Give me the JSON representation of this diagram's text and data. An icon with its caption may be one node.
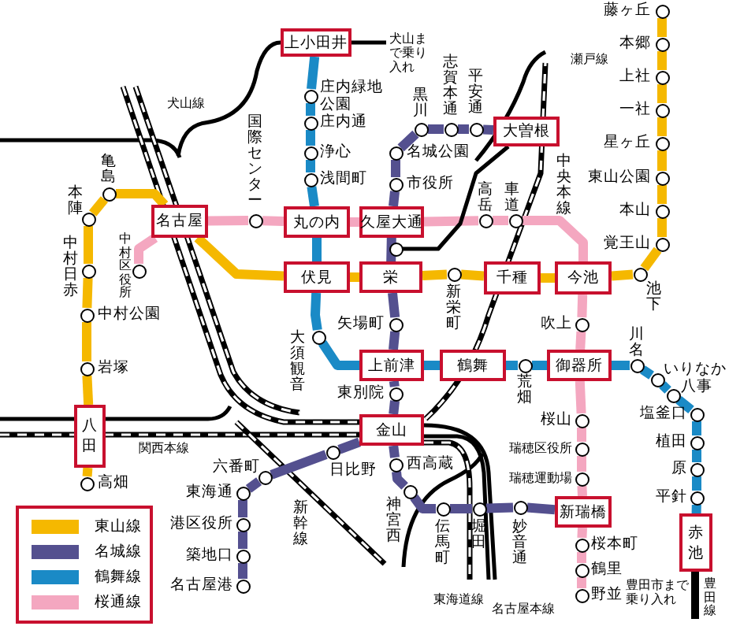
{
  "diagram": {
    "nodes": [
      {
        "text": [
          "上小田井"
        ]
      },
      {
        "text": [
          "大曽根"
        ]
      },
      {
        "text": [
          "名古屋"
        ]
      },
      {
        "text": [
          "丸の内"
        ]
      },
      {
        "text": [
          "久屋大通"
        ]
      },
      {
        "text": [
          "伏見"
        ]
      },
      {
        "text": [
          "栄"
        ]
      },
      {
        "text": [
          "千種"
        ]
      },
      {
        "text": [
          "今池"
        ]
      },
      {
        "text": [
          "上前津"
        ]
      },
      {
        "text": [
          "鶴舞"
        ]
      },
      {
        "text": [
          "御器所"
        ]
      },
      {
        "text": [
          "八田"
        ]
      },
      {
        "text": [
          "金山"
        ]
      },
      {
        "text": [
          "新瑞橋"
        ]
      },
      {
        "text": [
          "赤池"
        ]
      },
      {
        "text": [],
        "shape": "circle",
        "beside": [
          "高畑"
        ]
      },
      {
        "text": [],
        "shape": "circle",
        "beside": [
          "岩塚"
        ]
      },
      {
        "text": [],
        "shape": "circle",
        "beside": [
          "中村公園"
        ]
      },
      {
        "text": [],
        "shape": "circle",
        "beside": [
          "中村日赤"
        ]
      },
      {
        "text": [],
        "shape": "circle",
        "beside": [
          "本陣"
        ]
      },
      {
        "text": [],
        "shape": "circle",
        "beside": [
          "亀島"
        ]
      },
      {
        "text": [],
        "shape": "circle",
        "beside": [
          "新栄町"
        ]
      },
      {
        "text": [],
        "shape": "circle",
        "beside": [
          "池下"
        ]
      },
      {
        "text": [],
        "shape": "circle",
        "beside": [
          "覚王山"
        ]
      },
      {
        "text": [],
        "shape": "circle",
        "beside": [
          "本山"
        ]
      },
      {
        "text": [],
        "shape": "circle",
        "beside": [
          "東山公園"
        ]
      },
      {
        "text": [],
        "shape": "circle",
        "beside": [
          "星ヶ丘"
        ]
      },
      {
        "text": [],
        "shape": "circle",
        "beside": [
          "一社"
        ]
      },
      {
        "text": [],
        "shape": "circle",
        "beside": [
          "上社"
        ]
      },
      {
        "text": [],
        "shape": "circle",
        "beside": [
          "本郷"
        ]
      },
      {
        "text": [],
        "shape": "circle",
        "beside": [
          "藤ヶ丘"
        ]
      },
      {
        "text": [],
        "shape": "circle",
        "beside": [
          "平安通"
        ]
      },
      {
        "text": [],
        "shape": "circle",
        "beside": [
          "志賀本通"
        ]
      },
      {
        "text": [],
        "shape": "circle",
        "beside": [
          "黒川"
        ]
      },
      {
        "text": [],
        "shape": "circle",
        "beside": [
          "名城公園"
        ]
      },
      {
        "text": [],
        "shape": "circle",
        "beside": [
          "市役所"
        ]
      },
      {
        "text": [],
        "shape": "circle",
        "beside": [
          "矢場町"
        ]
      },
      {
        "text": [],
        "shape": "circle",
        "beside": [
          "東別院"
        ]
      },
      {
        "text": [],
        "shape": "circle",
        "beside": [
          "西高蔵"
        ]
      },
      {
        "text": [],
        "shape": "circle",
        "beside": [
          "神宮西"
        ]
      },
      {
        "text": [],
        "shape": "circle",
        "beside": [
          "伝馬町"
        ]
      },
      {
        "text": [],
        "shape": "circle",
        "beside": [
          "堀田"
        ]
      },
      {
        "text": [],
        "shape": "circle",
        "beside": [
          "妙音通"
        ]
      },
      {
        "text": [],
        "shape": "circle",
        "beside": [
          "日比野"
        ]
      },
      {
        "text": [],
        "shape": "circle",
        "beside": [
          "六番町"
        ]
      },
      {
        "text": [],
        "shape": "circle",
        "beside": [
          "東海通"
        ]
      },
      {
        "text": [],
        "shape": "circle",
        "beside": [
          "港区役所"
        ]
      },
      {
        "text": [],
        "shape": "circle",
        "beside": [
          "築地口"
        ]
      },
      {
        "text": [],
        "shape": "circle",
        "beside": [
          "名古屋港"
        ]
      },
      {
        "text": [],
        "shape": "circle",
        "beside": [
          "庄内緑地公園"
        ]
      },
      {
        "text": [],
        "shape": "circle",
        "beside": [
          "庄内通"
        ]
      },
      {
        "text": [],
        "shape": "circle",
        "beside": [
          "浄心"
        ]
      },
      {
        "text": [],
        "shape": "circle",
        "beside": [
          "浅間町"
        ]
      },
      {
        "text": [],
        "shape": "circle",
        "beside": [
          "大須観音"
        ]
      },
      {
        "text": [],
        "shape": "circle",
        "beside": [
          "荒畑"
        ]
      },
      {
        "text": [],
        "shape": "circle",
        "beside": [
          "川名"
        ]
      },
      {
        "text": [],
        "shape": "circle",
        "beside": [
          "いりなか"
        ]
      },
      {
        "text": [],
        "shape": "circle",
        "beside": [
          "八事"
        ]
      },
      {
        "text": [],
        "shape": "circle",
        "beside": [
          "塩釜口"
        ]
      },
      {
        "text": [],
        "shape": "circle",
        "beside": [
          "植田"
        ]
      },
      {
        "text": [],
        "shape": "circle",
        "beside": [
          "原"
        ]
      },
      {
        "text": [],
        "shape": "circle",
        "beside": [
          "平針"
        ]
      },
      {
        "text": [],
        "shape": "circle",
        "beside": [
          "中村区役所"
        ]
      },
      {
        "text": [],
        "shape": "circle",
        "beside": [
          "国際センター"
        ]
      },
      {
        "text": [],
        "shape": "circle",
        "beside": [
          "高岳"
        ]
      },
      {
        "text": [],
        "shape": "circle",
        "beside": [
          "車道"
        ]
      },
      {
        "text": [],
        "shape": "circle",
        "beside": [
          "吹上"
        ]
      },
      {
        "text": [],
        "shape": "circle",
        "beside": [
          "桜山"
        ]
      },
      {
        "text": [],
        "shape": "circle",
        "beside": [
          "瑞穂区役所"
        ]
      },
      {
        "text": [],
        "shape": "circle",
        "beside": [
          "瑞穂運動場"
        ]
      },
      {
        "text": [],
        "shape": "circle",
        "beside": [
          "桜本町"
        ]
      },
      {
        "text": [],
        "shape": "circle",
        "beside": [
          "鶴里"
        ]
      },
      {
        "text": [],
        "shape": "circle",
        "beside": [
          "野並"
        ]
      },
      {
        "text": [],
        "shape": "circle"
      }
    ],
    "edges": [
      {
        "from": 16,
        "to": 12,
        "arrow": "none",
        "color": "#f5b800"
      },
      {
        "from": 12,
        "to": 17,
        "arrow": "none",
        "color": "#f5b800"
      },
      {
        "from": 17,
        "to": 18,
        "arrow": "none",
        "color": "#f5b800"
      },
      {
        "from": 18,
        "to": 19,
        "arrow": "none",
        "color": "#f5b800"
      },
      {
        "from": 19,
        "to": 20,
        "arrow": "none",
        "color": "#f5b800"
      },
      {
        "from": 20,
        "to": 21,
        "arrow": "none",
        "color": "#f5b800"
      },
      {
        "from": 21,
        "to": 2,
        "arrow": "none",
        "color": "#f5b800"
      },
      {
        "from": 2,
        "to": 5,
        "arrow": "none",
        "color": "#f5b800"
      },
      {
        "from": 5,
        "to": 6,
        "arrow": "none",
        "color": "#f5b800"
      },
      {
        "from": 6,
        "to": 22,
        "arrow": "none",
        "color": "#f5b800"
      },
      {
        "from": 22,
        "to": 7,
        "arrow": "none",
        "color": "#f5b800"
      },
      {
        "from": 7,
        "to": 8,
        "arrow": "none",
        "color": "#f5b800"
      },
      {
        "from": 8,
        "to": 23,
        "arrow": "none",
        "color": "#f5b800"
      },
      {
        "from": 23,
        "to": 24,
        "arrow": "none",
        "color": "#f5b800"
      },
      {
        "from": 24,
        "to": 25,
        "arrow": "none",
        "color": "#f5b800"
      },
      {
        "from": 25,
        "to": 26,
        "arrow": "none",
        "color": "#f5b800"
      },
      {
        "from": 26,
        "to": 27,
        "arrow": "none",
        "color": "#f5b800"
      },
      {
        "from": 27,
        "to": 28,
        "arrow": "none",
        "color": "#f5b800"
      },
      {
        "from": 28,
        "to": 29,
        "arrow": "none",
        "color": "#f5b800"
      },
      {
        "from": 29,
        "to": 30,
        "arrow": "none",
        "color": "#f5b800"
      },
      {
        "from": 30,
        "to": 31,
        "arrow": "none",
        "color": "#f5b800"
      },
      {
        "from": 1,
        "to": 32,
        "arrow": "none",
        "color": "#54508f"
      },
      {
        "from": 32,
        "to": 33,
        "arrow": "none",
        "color": "#54508f"
      },
      {
        "from": 33,
        "to": 34,
        "arrow": "none",
        "color": "#54508f"
      },
      {
        "from": 34,
        "to": 35,
        "arrow": "none",
        "color": "#54508f"
      },
      {
        "from": 35,
        "to": 36,
        "arrow": "none",
        "color": "#54508f"
      },
      {
        "from": 36,
        "to": 4,
        "arrow": "none",
        "color": "#54508f"
      },
      {
        "from": 4,
        "to": 6,
        "arrow": "none",
        "color": "#54508f"
      },
      {
        "from": 6,
        "to": 37,
        "arrow": "none",
        "color": "#54508f"
      },
      {
        "from": 37,
        "to": 9,
        "arrow": "none",
        "color": "#54508f"
      },
      {
        "from": 9,
        "to": 38,
        "arrow": "none",
        "color": "#54508f"
      },
      {
        "from": 38,
        "to": 13,
        "arrow": "none",
        "color": "#54508f"
      },
      {
        "from": 13,
        "to": 39,
        "arrow": "none",
        "color": "#54508f"
      },
      {
        "from": 39,
        "to": 40,
        "arrow": "none",
        "color": "#54508f"
      },
      {
        "from": 40,
        "to": 41,
        "arrow": "none",
        "color": "#54508f"
      },
      {
        "from": 41,
        "to": 42,
        "arrow": "none",
        "color": "#54508f"
      },
      {
        "from": 42,
        "to": 43,
        "arrow": "none",
        "color": "#54508f"
      },
      {
        "from": 43,
        "to": 14,
        "arrow": "none",
        "color": "#54508f"
      },
      {
        "from": 13,
        "to": 44,
        "arrow": "none",
        "color": "#54508f"
      },
      {
        "from": 44,
        "to": 45,
        "arrow": "none",
        "color": "#54508f"
      },
      {
        "from": 45,
        "to": 46,
        "arrow": "none",
        "color": "#54508f"
      },
      {
        "from": 46,
        "to": 47,
        "arrow": "none",
        "color": "#54508f"
      },
      {
        "from": 47,
        "to": 48,
        "arrow": "none",
        "color": "#54508f"
      },
      {
        "from": 48,
        "to": 49,
        "arrow": "none",
        "color": "#54508f"
      },
      {
        "from": 0,
        "to": 50,
        "arrow": "none",
        "color": "#1a8ac6"
      },
      {
        "from": 50,
        "to": 51,
        "arrow": "none",
        "color": "#1a8ac6"
      },
      {
        "from": 51,
        "to": 52,
        "arrow": "none",
        "color": "#1a8ac6"
      },
      {
        "from": 52,
        "to": 53,
        "arrow": "none",
        "color": "#1a8ac6"
      },
      {
        "from": 53,
        "to": 3,
        "arrow": "none",
        "color": "#1a8ac6"
      },
      {
        "from": 3,
        "to": 5,
        "arrow": "none",
        "color": "#1a8ac6"
      },
      {
        "from": 5,
        "to": 54,
        "arrow": "none",
        "color": "#1a8ac6"
      },
      {
        "from": 54,
        "to": 9,
        "arrow": "none",
        "color": "#1a8ac6"
      },
      {
        "from": 9,
        "to": 10,
        "arrow": "none",
        "color": "#1a8ac6"
      },
      {
        "from": 10,
        "to": 55,
        "arrow": "none",
        "color": "#1a8ac6"
      },
      {
        "from": 55,
        "to": 11,
        "arrow": "none",
        "color": "#1a8ac6"
      },
      {
        "from": 11,
        "to": 56,
        "arrow": "none",
        "color": "#1a8ac6"
      },
      {
        "from": 56,
        "to": 57,
        "arrow": "none",
        "color": "#1a8ac6"
      },
      {
        "from": 57,
        "to": 58,
        "arrow": "none",
        "color": "#1a8ac6"
      },
      {
        "from": 58,
        "to": 59,
        "arrow": "none",
        "color": "#1a8ac6"
      },
      {
        "from": 59,
        "to": 60,
        "arrow": "none",
        "color": "#1a8ac6"
      },
      {
        "from": 60,
        "to": 61,
        "arrow": "none",
        "color": "#1a8ac6"
      },
      {
        "from": 61,
        "to": 62,
        "arrow": "none",
        "color": "#1a8ac6"
      },
      {
        "from": 62,
        "to": 15,
        "arrow": "none",
        "color": "#1a8ac6"
      },
      {
        "from": 63,
        "to": 2,
        "arrow": "none",
        "color": "#f4a7c0"
      },
      {
        "from": 2,
        "to": 64,
        "arrow": "none",
        "color": "#f4a7c0"
      },
      {
        "from": 64,
        "to": 3,
        "arrow": "none",
        "color": "#f4a7c0"
      },
      {
        "from": 3,
        "to": 4,
        "arrow": "none",
        "color": "#f4a7c0"
      },
      {
        "from": 4,
        "to": 65,
        "arrow": "none",
        "color": "#f4a7c0"
      },
      {
        "from": 65,
        "to": 66,
        "arrow": "none",
        "color": "#f4a7c0"
      },
      {
        "from": 66,
        "to": 8,
        "arrow": "none",
        "color": "#f4a7c0"
      },
      {
        "from": 8,
        "to": 67,
        "arrow": "none",
        "color": "#f4a7c0"
      },
      {
        "from": 67,
        "to": 11,
        "arrow": "none",
        "color": "#f4a7c0"
      },
      {
        "from": 11,
        "to": 68,
        "arrow": "none",
        "color": "#f4a7c0"
      },
      {
        "from": 68,
        "to": 69,
        "arrow": "none",
        "color": "#f4a7c0"
      },
      {
        "from": 69,
        "to": 70,
        "arrow": "none",
        "color": "#f4a7c0"
      },
      {
        "from": 70,
        "to": 14,
        "arrow": "none",
        "color": "#f4a7c0"
      },
      {
        "from": 14,
        "to": 71,
        "arrow": "none",
        "color": "#f4a7c0"
      },
      {
        "from": 71,
        "to": 72,
        "arrow": "none",
        "color": "#f4a7c0"
      },
      {
        "from": 72,
        "to": 73,
        "arrow": "none",
        "color": "#f4a7c0"
      },
      {
        "from": 74,
        "to": 1,
        "arrow": "none",
        "color": "#000000"
      }
    ],
    "labels": [
      "犬山まで乗り入れ",
      "瀬戸線",
      "犬山線",
      "中央本線",
      "関西本線",
      "新幹線",
      "東海道線",
      "名古屋本線",
      "豊田市まで乗り入れ",
      "豊田線"
    ],
    "legend": [
      {
        "text": "東山線",
        "color": "#f5b800"
      },
      {
        "text": "名城線",
        "color": "#54508f"
      },
      {
        "text": "鶴舞線",
        "color": "#1a8ac6"
      },
      {
        "text": "桜通線",
        "color": "#f4a7c0"
      }
    ]
  }
}
